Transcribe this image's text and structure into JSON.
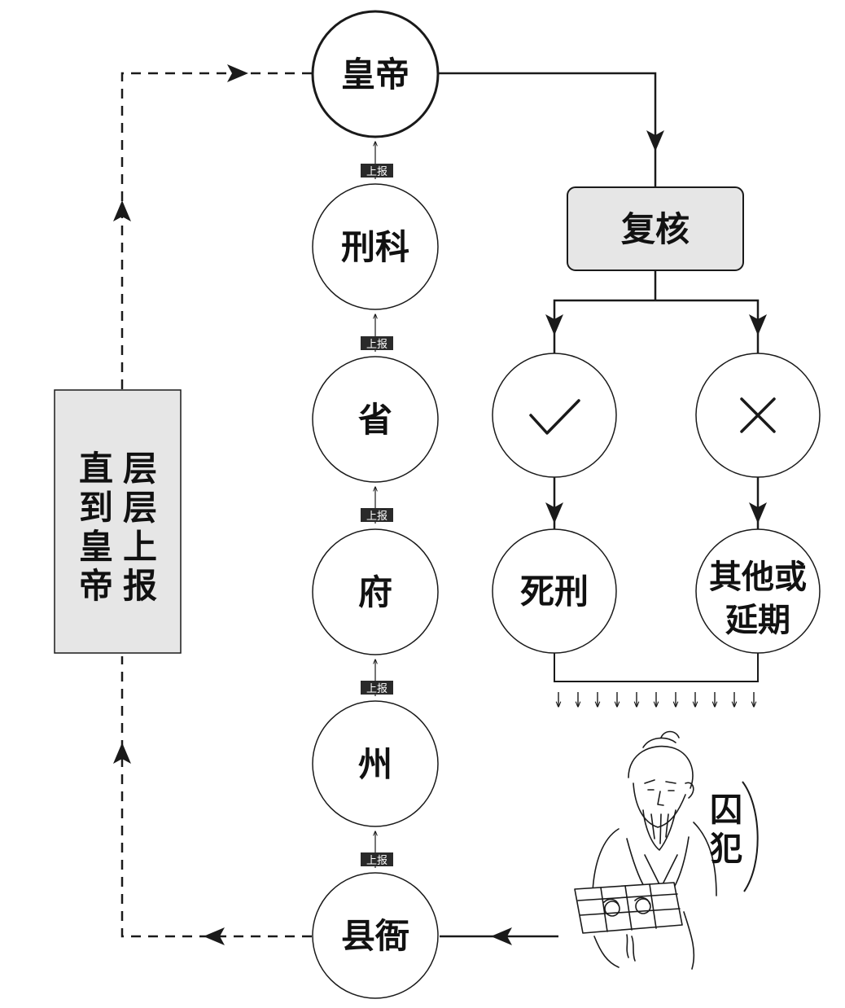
{
  "nodes": {
    "emperor": "皇帝",
    "ministry": "刑科",
    "province": "省",
    "prefecture": "府",
    "department": "州",
    "county": "县衙",
    "review": "复核",
    "death": "死刑",
    "other_line1": "其他或",
    "other_line2": "延期"
  },
  "report_tag": "上报",
  "side_box": {
    "col1": [
      "层",
      "层",
      "上",
      "报"
    ],
    "col2": [
      "直",
      "到",
      "皇",
      "帝"
    ]
  },
  "prisoner_label": [
    "囚",
    "犯"
  ],
  "icons": {
    "approve": "check-icon",
    "reject": "cross-icon",
    "prisoner": "prisoner-illustration"
  },
  "colors": {
    "box_fill": "#e6e6e6",
    "line": "#1a1a1a",
    "tag_bg": "#2a2a2a"
  }
}
